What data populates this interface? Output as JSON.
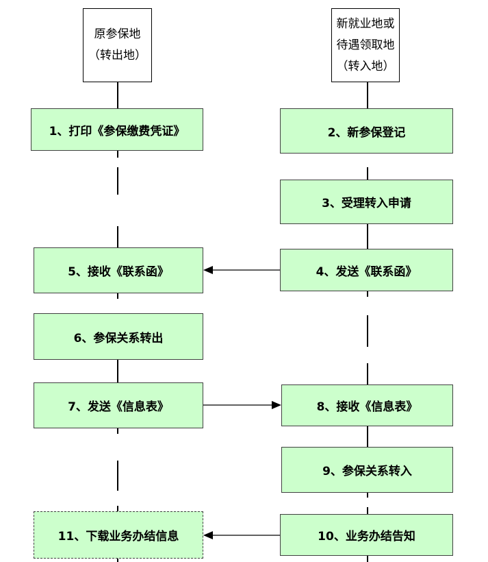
{
  "headers": {
    "origin": {
      "line1": "原参保地",
      "line2": "（转出地）"
    },
    "destination": {
      "line1": "新就业地或",
      "line2": "待遇领取地",
      "line3": "（转入地）"
    }
  },
  "steps": [
    {
      "label": "1、打印《参保缴费凭证》"
    },
    {
      "label": "2、新参保登记"
    },
    {
      "label": "3、受理转入申请"
    },
    {
      "label": "4、发送《联系函》"
    },
    {
      "label": "5、接收《联系函》"
    },
    {
      "label": "6、参保关系转出"
    },
    {
      "label": "7、发送《信息表》"
    },
    {
      "label": "8、接收《信息表》"
    },
    {
      "label": "9、参保关系转入"
    },
    {
      "label": "10、业务办结告知"
    },
    {
      "label": "11、下载业务办结信息"
    }
  ],
  "colors": {
    "box_fill": "#ccffcc",
    "box_border": "#404040",
    "header_border": "#000000",
    "line": "#000000"
  }
}
